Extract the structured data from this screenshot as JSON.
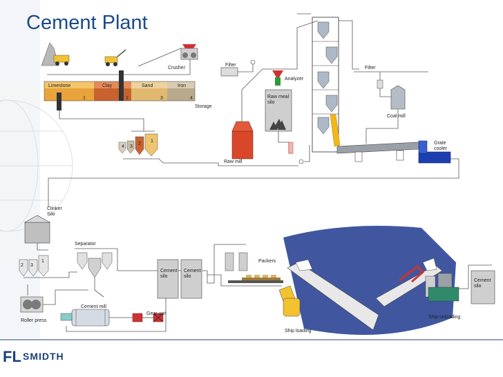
{
  "title": "Cement Plant",
  "logo": {
    "left": "FL",
    "right": "SMIDTH"
  },
  "colors": {
    "title": "#1a4a8a",
    "limestone": "#e8a33a",
    "clay": "#c8622f",
    "sand": "#e0b870",
    "iron": "#b9a98b",
    "raw_mill": "#d9472b",
    "cooler": "#1c3fb0",
    "sea": "#1e3a8f"
  },
  "labels": {
    "crusher": "Crusher",
    "limestone": "Limestone",
    "clay": "Clay",
    "sand": "Sand",
    "iron": "Iron",
    "storage": "Storage",
    "bin_1": "1",
    "bin_2": "2",
    "bin_3": "3",
    "bin_4": "4",
    "filter_1": "Filter",
    "filter_2": "Filter",
    "analyzer": "Analyzer",
    "raw_meal_silo_line1": "Raw meal",
    "raw_meal_silo_line2": "silo",
    "raw_mill": "Raw mill",
    "coal_mill": "Coal mill",
    "grate_cooler_line1": "Grate",
    "grate_cooler_line2": "cooler",
    "clinker_silo_line1": "Clinker",
    "clinker_silo_line2": "Silo",
    "separator": "Separator",
    "cement_mill": "Cement mill",
    "roller_press": "Roller press",
    "gear_unit": "Gear unit",
    "cement_silo_a_line1": "Cement",
    "cement_silo_a_line2": "silo",
    "cement_silo_b_line1": "Cement",
    "cement_silo_b_line2": "silo",
    "packers": "Packers",
    "ship_loading": "Ship loading",
    "ship_unloading": "Ship unloading",
    "cement_silo_c_line1": "Cement",
    "cement_silo_c_line2": "silo",
    "clinker_bin_1": "1",
    "clinker_bin_2": "2",
    "clinker_bin_3": "3"
  }
}
